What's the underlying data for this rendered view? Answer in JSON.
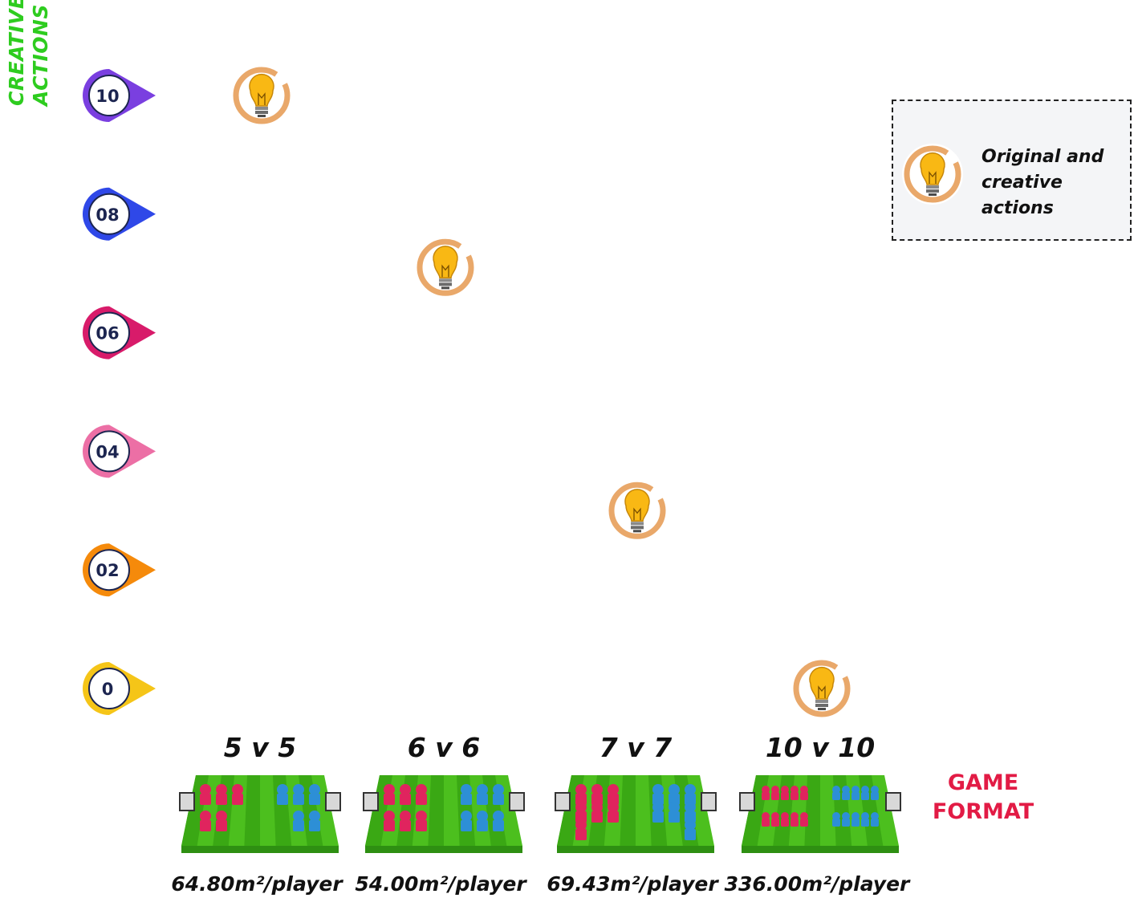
{
  "chart_data": {
    "type": "scatter",
    "ylabel": "CREATIVE ACTIONS",
    "xlabel": "GAME FORMAT",
    "categories": [
      "5 v 5",
      "6 v 6",
      "7 v 7",
      "10 v 10"
    ],
    "sublabels": [
      "64.80m²/player",
      "54.00m²/player",
      "69.43m²/player",
      "336.00m²/player"
    ],
    "y_ticks": [
      {
        "value": 0,
        "label": "0",
        "color": "#f5c518"
      },
      {
        "value": 2,
        "label": "02",
        "color": "#f58a0b"
      },
      {
        "value": 4,
        "label": "04",
        "color": "#ec6fa5"
      },
      {
        "value": 6,
        "label": "06",
        "color": "#d81b6a"
      },
      {
        "value": 8,
        "label": "08",
        "color": "#2f48e8"
      },
      {
        "value": 10,
        "label": "10",
        "color": "#7a3fe0"
      }
    ],
    "ylim": [
      0,
      10
    ],
    "series": [
      {
        "name": "Original and creative actions",
        "values": [
          10,
          7.1,
          3,
          0
        ]
      }
    ],
    "legend_position": "top-right",
    "grid": false,
    "colors": {
      "y_title": "#2ecc1f",
      "x_title": "#e21b45",
      "axis_start": "#6ec6d9",
      "axis_mid": "#4b3f98",
      "marker_ring": "#e9a86a",
      "bulb": "#f9b814",
      "pitch": "#4cbf1e",
      "team_a": "#e0245e",
      "team_b": "#2d8fd6"
    }
  }
}
